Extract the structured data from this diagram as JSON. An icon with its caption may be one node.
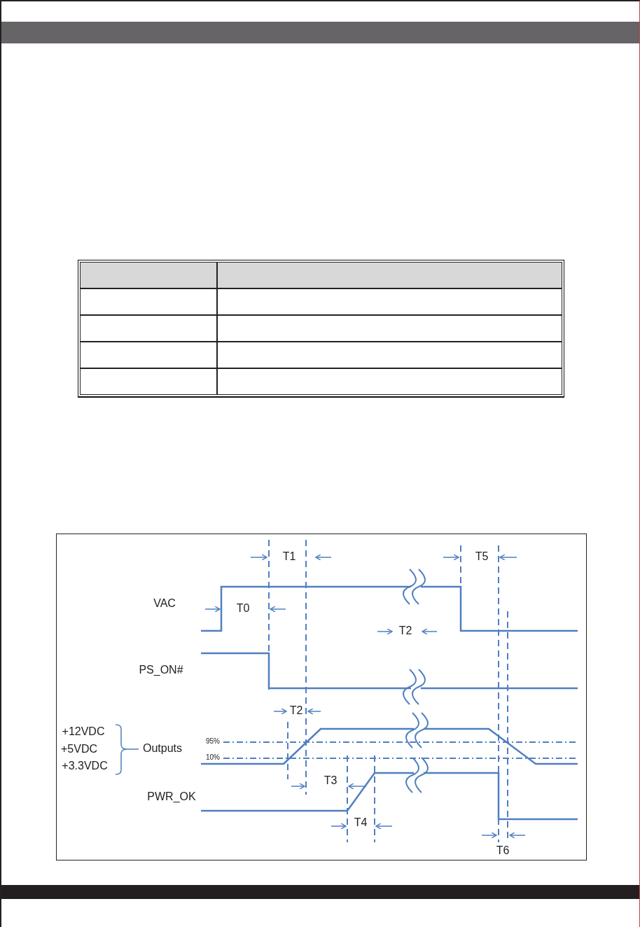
{
  "diagram": {
    "labels": [
      "T1",
      "T5",
      "VAC",
      "T0",
      "T2",
      "PS_ON#",
      "T2",
      "+12VDC",
      "+5VDC",
      "+3.3VDC",
      "Outputs",
      "95%",
      "10%",
      "T3",
      "PWR_OK",
      "T4",
      "T6"
    ]
  }
}
